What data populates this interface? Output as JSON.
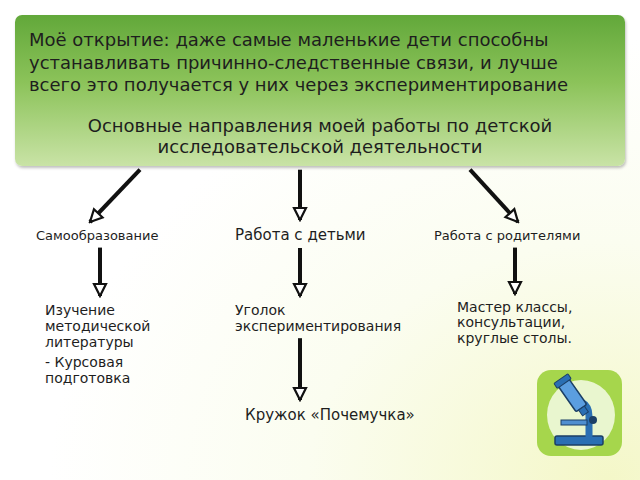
{
  "diagram": {
    "nodes": [
      {
        "text": [
          "Моё открытие: даже самые маленькие дети способны устанавливать причинно-следственные связи, и лучше всего это получается у них через экспериментирование",
          "Основные направления моей работы по детской исследовательской деятельности"
        ]
      },
      {
        "text": [
          "Самообразование"
        ]
      },
      {
        "text": [
          "Работа с детьми"
        ]
      },
      {
        "text": [
          "Работа с родителями"
        ]
      },
      {
        "text": [
          "Изучение методической литературы",
          "- Курсовая подготовка"
        ]
      },
      {
        "text": [
          "Уголок экспериментирования"
        ]
      },
      {
        "text": [
          "Мастер классы, консультации, круглые столы."
        ]
      },
      {
        "text": [
          "Кружок «Почемучка»"
        ]
      }
    ],
    "edges": [
      {
        "from": 0,
        "to": 1,
        "arrow": "to"
      },
      {
        "from": 0,
        "to": 2,
        "arrow": "to"
      },
      {
        "from": 0,
        "to": 3,
        "arrow": "to"
      },
      {
        "from": 1,
        "to": 4,
        "arrow": "to"
      },
      {
        "from": 2,
        "to": 5,
        "arrow": "to"
      },
      {
        "from": 3,
        "to": 6,
        "arrow": "to"
      },
      {
        "from": 5,
        "to": 7,
        "arrow": "to"
      }
    ]
  }
}
